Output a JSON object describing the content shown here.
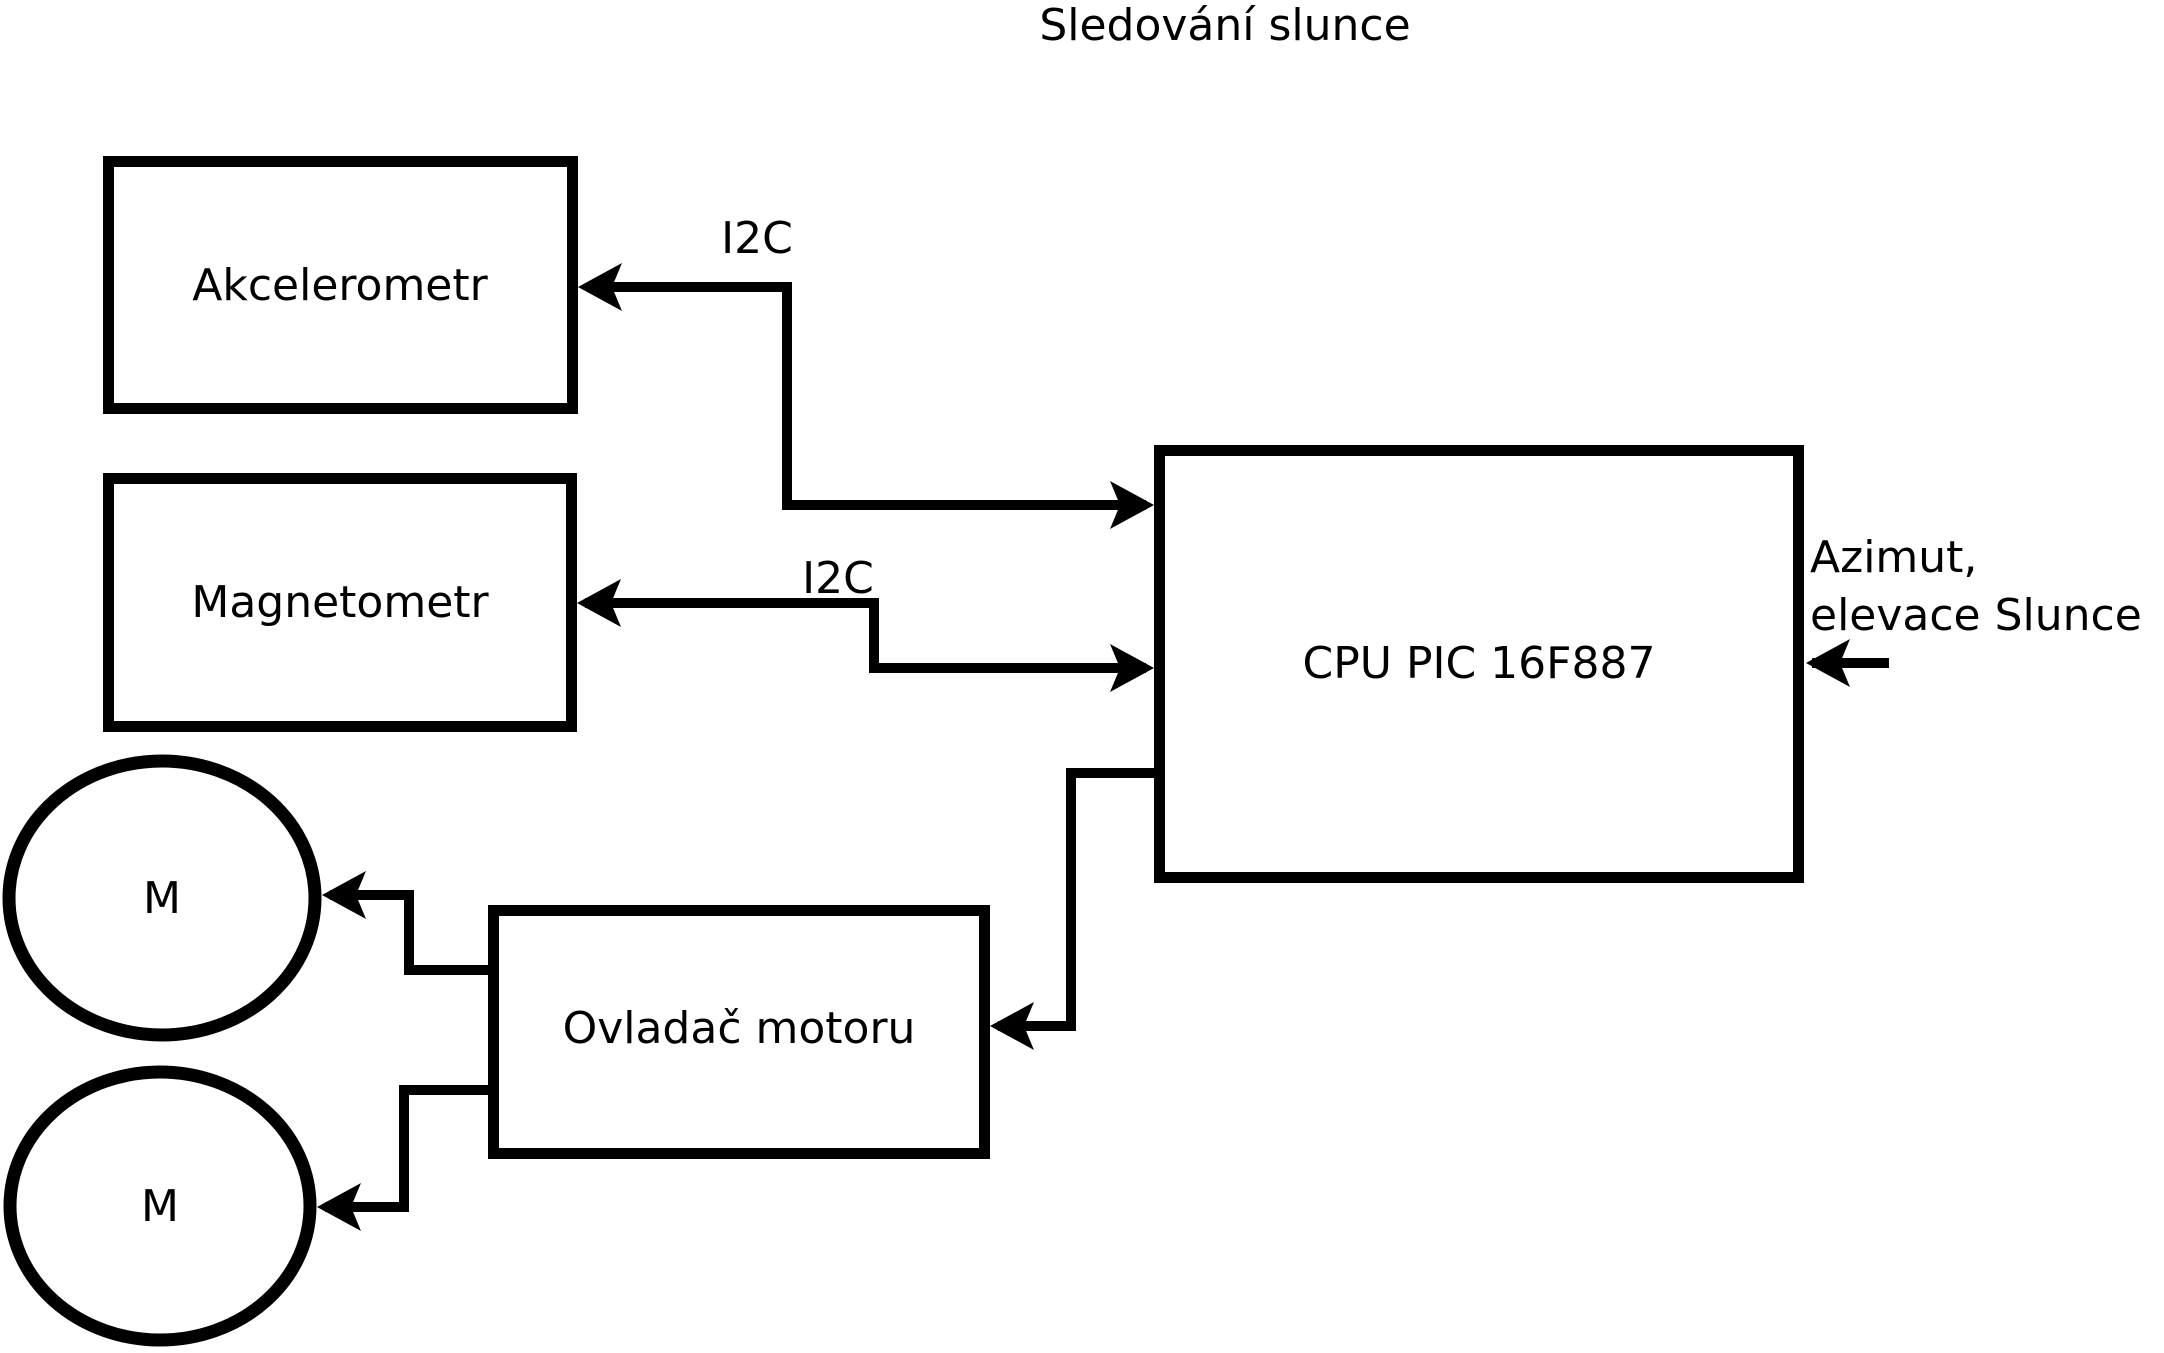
{
  "diagram": {
    "title": "Sledování slunce",
    "nodes": {
      "akcelerometr": {
        "label": "Akcelerometr"
      },
      "magnetometr": {
        "label": "Magnetometr"
      },
      "cpu": {
        "label": "CPU PIC 16F887"
      },
      "ovladac": {
        "label": "Ovladač motoru"
      },
      "motor1": {
        "label": "M"
      },
      "motor2": {
        "label": "M"
      }
    },
    "edges": {
      "i2c_akcelerometr": {
        "label": "I2C"
      },
      "i2c_magnetometr": {
        "label": "I2C"
      },
      "azimut_input": {
        "label_line1": "Azimut,",
        "label_line2": "elevace Slunce"
      }
    },
    "colors": {
      "stroke": "#000000",
      "background": "#ffffff"
    }
  }
}
